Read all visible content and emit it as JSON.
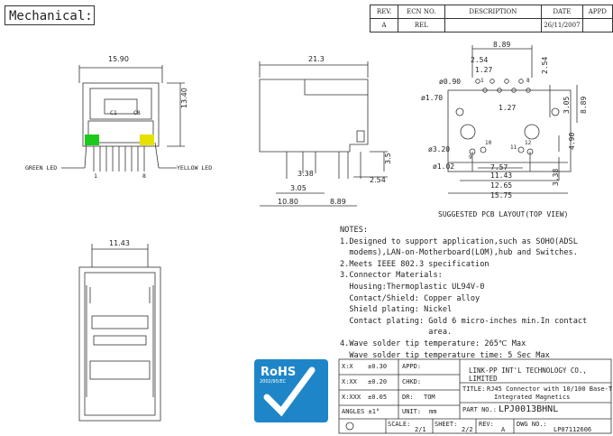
{
  "header": {
    "title": "Mechanical:",
    "rev_cols": [
      "REV.",
      "ECN NO.",
      "DESCRIPTION",
      "DATE",
      "APPD"
    ],
    "rev_row": [
      "A",
      "REL",
      "",
      "26/11/2007",
      ""
    ]
  },
  "front_view": {
    "width": "15.90",
    "height": "13.40",
    "green_led": "GREEN LED",
    "yellow_led": "YELLOW LED",
    "pin_c1": "C1",
    "pin_c8": "C8",
    "pin_1": "1",
    "pin_8": "8"
  },
  "side_view": {
    "depth": "21.3",
    "d338": "3.38",
    "d35": "3.5",
    "d305": "3.05",
    "d254": "2.54",
    "d1080": "10.80",
    "d889": "8.89"
  },
  "pcb_layout": {
    "d889_top": "8.89",
    "d254_a": "2.54",
    "d127_a": "1.27",
    "d254_b": "2.54",
    "d090": "ø0.90",
    "d170": "ø1.70",
    "d127_b": "1.27",
    "d305": "3.05",
    "d889_side": "8.89",
    "d490": "4.90",
    "d320": "ø3.20",
    "d102": "ø1.02",
    "d757": "7.57",
    "d1143": "11.43",
    "d1265": "12.65",
    "d1575": "15.75",
    "d338": "3.38",
    "p1": "1",
    "p8": "8",
    "p9": "9",
    "p10": "10",
    "p11": "11",
    "p12": "12",
    "caption": "SUGGESTED PCB LAYOUT(TOP VIEW)"
  },
  "bottom_view": {
    "width": "11.43"
  },
  "notes": {
    "title": "NOTES:",
    "lines": [
      "1.Designed to support application,such as SOHO(ADSL",
      "  modems),LAN-on-Motherboard(LOM),hub and Switches.",
      "2.Meets IEEE 802.3 specification",
      "3.Connector Materials:",
      "  Housing:Thermoplastic UL94V-0",
      "  Contact/Shield: Copper alloy",
      "  Shield plating: Nickel",
      "  Contact plating: Gold 6 micro-inches min.In contact",
      "                   area.",
      "4.Wave solder tip temperature: 265℃ Max",
      "  Wave solder tip temperature time: 5 Sec Max"
    ]
  },
  "rohs": {
    "label": "RoHS",
    "sub": "2002/95/EC"
  },
  "title_block": {
    "tol_x": "X:X",
    "tol_x_v": "±0.30",
    "tol_xx": "X:XX",
    "tol_xx_v": "±0.20",
    "tol_xxx": "X:XXX",
    "tol_xxx_v": "±0.05",
    "angles": "ANGLES ±1°",
    "appd": "APPD:",
    "chkd": "CHKD:",
    "dr": "DR:",
    "dr_v": "TOM",
    "unit": "UNIT:",
    "unit_v": "mm",
    "company": "LINK-PP INT'L TECHNOLOGY CO., LIMITED",
    "title_label": "TITLE:",
    "title_v1": "RJ45 Connector with 10/100 Base-T",
    "title_v2": "Integrated Magnetics",
    "part_label": "PART NO.:",
    "part_v": "LPJ0013BHNL",
    "scale": "SCALE:",
    "scale_v": "2/1",
    "sheet": "SHEET:",
    "sheet_v": "2/2",
    "rev": "REV:",
    "rev_v": "A",
    "dwg": "DWG NO.:",
    "dwg_v": "LP07112606"
  }
}
